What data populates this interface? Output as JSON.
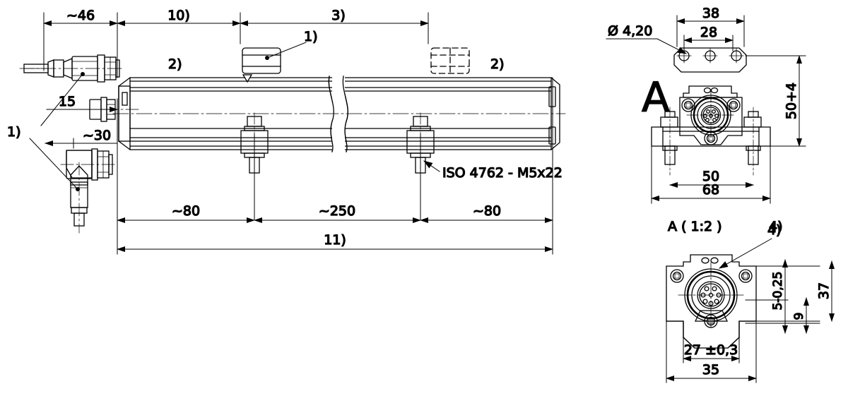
{
  "drawing": {
    "title": "Linear position sensor assembly drawing",
    "line_color": "#000000",
    "background": "#ffffff"
  },
  "main_view": {
    "dimensions": {
      "overall_connector": "~46",
      "note_10": "10)",
      "note_3": "3)",
      "stroke_offset": "15",
      "angled_offset": "~30",
      "left_mount": "~80",
      "center_mount": "~250",
      "right_mount": "~80",
      "total_length": "11)"
    },
    "callouts": {
      "connector_note_left": "1)",
      "magnet_note": "1)",
      "body_note_left": "2)",
      "body_note_right": "2)",
      "screw_spec": "ISO 4762 - M5x22"
    }
  },
  "view_a": {
    "label": "A",
    "caption": "A ( 1:2 )",
    "caption_note": "4)",
    "dimensions": {
      "plate_width": "38",
      "hole_spacing": "28",
      "hole_diameter": "Ø 4,20",
      "height_tolerance": "50+4",
      "bolt_spacing": "50",
      "bracket_width": "68"
    }
  },
  "bottom_view": {
    "callout": "4)",
    "dimensions": {
      "depth_tolerance": "5-0,25",
      "inner_depth": "9",
      "total_height": "37",
      "inner_width": "27 ±0,3",
      "outer_width": "35"
    }
  }
}
